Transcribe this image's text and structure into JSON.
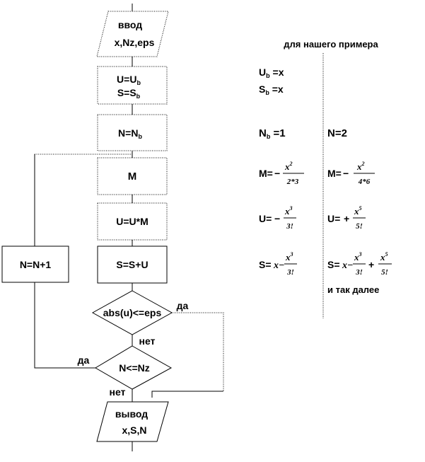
{
  "flowchart": {
    "input_title": "ввод",
    "input_vars": "x,Nz,eps",
    "init_u": [
      "U=U",
      "b"
    ],
    "init_s": [
      "S=S",
      "b"
    ],
    "init_n": [
      "N=N",
      "b"
    ],
    "multiplier": "M",
    "update_u": "U=U*M",
    "update_s": "S=S+U",
    "increment_n": "N=N+1",
    "check_eps": "abs(u)<=eps",
    "check_n": "N<=Nz",
    "yes": "да",
    "no": "нет",
    "output_title": "вывод",
    "output_vars": "x,S,N"
  },
  "example": {
    "header": "для нашего примера",
    "ub": [
      "U",
      "b",
      " =x"
    ],
    "sb": [
      "S",
      "b",
      " =x"
    ],
    "nb": [
      "N",
      "b",
      " =1"
    ],
    "n2": "N=2",
    "m_prefix": "M=",
    "u_prefix": "U=",
    "s_prefix": "S=",
    "minus": "−",
    "plus": "+",
    "x": "x",
    "x_minus": "x−",
    "pow2": "2",
    "pow3": "3",
    "pow5": "5",
    "den_m1": "2*3",
    "den_m2": "4*6",
    "den_u1": "3!",
    "den_u2": "5!",
    "continued": "и так далее"
  }
}
